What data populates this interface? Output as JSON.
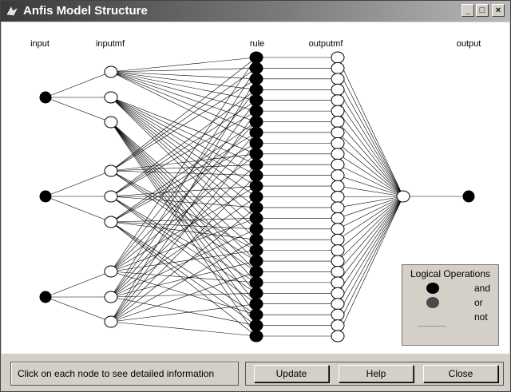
{
  "window": {
    "title": "Anfis Model Structure",
    "minimize_label": "_",
    "maximize_label": "□",
    "close_label": "×"
  },
  "layers": {
    "input": "input",
    "inputmf": "inputmf",
    "rule": "rule",
    "outputmf": "outputmf",
    "output": "output"
  },
  "network": {
    "inputs": 3,
    "mfs_per_input": 3,
    "rules": 27,
    "output_mfs": 27,
    "outputs": 1
  },
  "legend": {
    "title": "Logical Operations",
    "and_label": "and",
    "or_label": "or",
    "not_label": "not",
    "and_color": "#000000",
    "or_color": "#4a4a4a"
  },
  "status": {
    "text": "Click on each node to see detailed information"
  },
  "buttons": {
    "update": "Update",
    "help": "Help",
    "close": "Close"
  },
  "colors": {
    "titlebar_dark": "#3a3a3a",
    "panel": "#d4d0c8",
    "filled_node": "#000000",
    "hollow_node": "#ffffff"
  }
}
